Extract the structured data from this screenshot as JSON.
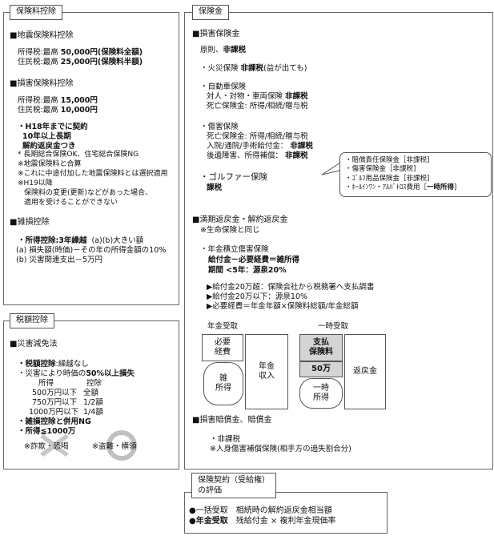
{
  "left_top": {
    "tab": "保険料控除",
    "s1": {
      "head": "■地震保険料控除",
      "l1a": "所得税:最高 ",
      "l1b": "50,000円(保険料全額)",
      "l2a": "住民税:最高 ",
      "l2b": "25,000円(保険料半額)"
    },
    "s2": {
      "head": "■損害保険料控除",
      "l1a": "所得税:最高 ",
      "l1b": "15,000円",
      "l2a": "住民税:最高 ",
      "l2b": "10,000円",
      "notes": [
        "・H18年までに契約",
        "10年以上長期",
        "解約返戻金つき"
      ],
      "notes2": [
        "* 長期総合保険OK、住宅総合保険NG",
        "※地震保険料と合算",
        "※これに中途付加した地震保険料とは選択適用",
        "※H19以降",
        "保険料の変更(更新)などがあった場合、",
        "適用を受けることができない"
      ]
    },
    "s3": {
      "head": "■雑損控除",
      "l1": "・所得控除:3年繰越",
      "l1b": "(a)(b)大きい額",
      "l2": "(a) 損失額(時価)－その年の所得金額の10%",
      "l3": "(b) 災害関連支出－5万円"
    }
  },
  "left_bottom": {
    "tab": "税額控除",
    "head": "■災害減免法",
    "l1a": "・税額控除",
    "l1b": ":繰越なし",
    "l2a": "・災害により時価の",
    "l2b": "50%以上損失",
    "t_h1": "所得",
    "t_h2": "控除",
    "rows": [
      [
        "500万円以下",
        "全額"
      ],
      [
        "750万円以下",
        "1/2額"
      ],
      [
        "1000万円以下",
        "1/4額"
      ]
    ],
    "l3": "・雑損控除と併用NG",
    "l4": "・所得≦1000万",
    "mark1": "※詐欺・恐喝",
    "mark2": "※盗難・横領"
  },
  "right": {
    "tab": "保険金",
    "head1": "■損害保険金",
    "p1a": "原則、",
    "p1b": "非課税",
    "fire_a": "・火災保険 ",
    "fire_b": "非課税",
    "fire_c": "(益が出ても)",
    "auto_h": "・自動車保険",
    "auto_1a": "対人・対物・車両保険 ",
    "auto_1b": "非課税",
    "auto_2": "死亡保険金: 所得/相続/贈与税",
    "inj_h": "・傷害保険",
    "inj_1": "死亡保険金: 所得/相続/贈与税",
    "inj_2a": "入院/通院/手術給付金： ",
    "inj_2b": "非課税",
    "inj_3a": "後遺障害、所得補償： ",
    "inj_3b": "非課税",
    "golf_h": "・ゴルファー保険",
    "golf_1": "課税",
    "callout": [
      "・賠償責任保険金［非課税]",
      "・傷害保険金［非課税]",
      "・ｺﾞﾙﾌ用品保険金［非課税]"
    ],
    "callout_last_a": "・ﾎｰﾙｲﾝﾜﾝ・ｱﾙﾊﾞﾄﾛｽ費用［",
    "callout_last_b": "一時所得",
    "callout_last_c": "]",
    "head2": "■満期返戻金・解約返戻金",
    "h2_note": "※生命保険と同じ",
    "ann_h": "・年金積立傷害保険",
    "ann_1": "給付金－必要経費＝雑所得",
    "ann_2": "期間 <5年：源泉20%",
    "ann_3": "▶給付金20万超：保険会社から税務署へ支払調書",
    "ann_4": "▶給付金20万以下：源泉10%",
    "ann_5": "▶必要経費＝年金年額×保険料総額/年金総額",
    "d_left_title": "年金受取",
    "d_right_title": "一時受取",
    "d_need": [
      "必要",
      "経費"
    ],
    "d_misc": [
      "雑",
      "所得"
    ],
    "d_ann": [
      "年金",
      "収入"
    ],
    "d_paid": [
      "支払",
      "保険料"
    ],
    "d_50": "50万",
    "d_once": [
      "一時",
      "所得"
    ],
    "d_refund": "返戻金",
    "head3": "■損害賠償金、賠償金",
    "h3_1": "・非課税",
    "h3_2": "※人身傷害補償保険(相手方の過失割合分)"
  },
  "contract": {
    "tab1": "保険契約（受給権）",
    "tab2": "の評価",
    "l1a": "●一括受取",
    "l1b": "　相続時の解約返戻金相当額",
    "l2a": "●",
    "l2b": "年金受取",
    "l2c": "　残給付金 × 複利年金現価率"
  }
}
